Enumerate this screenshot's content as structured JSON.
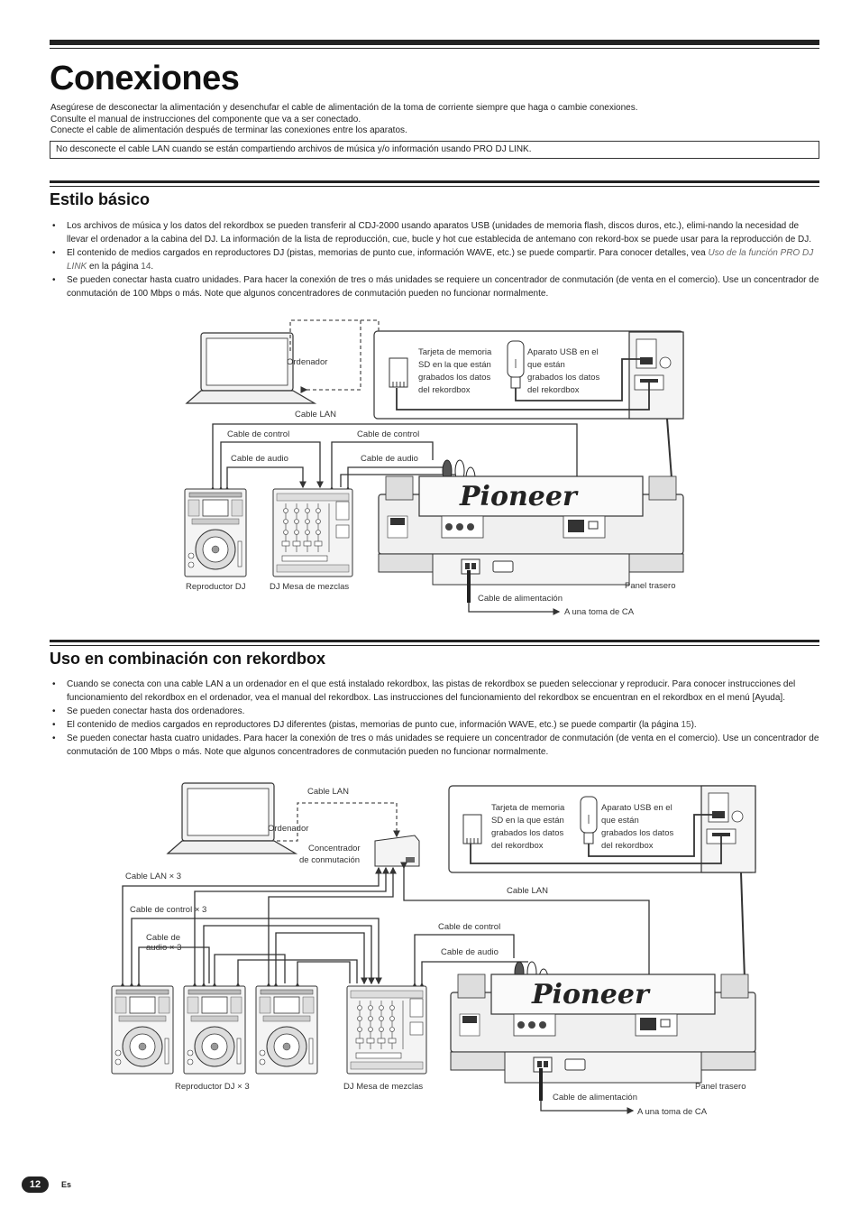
{
  "page": {
    "title": "Conexiones",
    "intro": [
      "Asegúrese de desconectar la alimentación y desenchufar el cable de alimentación de la toma de corriente siempre que haga o cambie conexiones.",
      "Consulte el manual de instrucciones del componente que va a ser conectado.",
      "Conecte el cable de alimentación después de terminar las conexiones entre los aparatos."
    ],
    "notice": "No desconecte el cable LAN cuando se están compartiendo archivos de música y/o información usando PRO DJ LINK.",
    "page_number": "12",
    "language": "Es"
  },
  "section1": {
    "title": "Estilo básico",
    "bullets": [
      {
        "text": "Los archivos de música y los datos del rekordbox se pueden transferir al CDJ-2000 usando aparatos USB (unidades de memoria flash, discos duros, etc.), elimi-nando la necesidad de llevar el ordenador a la cabina del DJ. La información de la lista de reproducción, cue, bucle y hot cue establecida de antemano con rekord-box se puede usar para la reproducción de DJ."
      },
      {
        "text_a": "El contenido de medios cargados en reproductores DJ (pistas, memorias de punto cue, información WAVE, etc.) se puede compartir. Para conocer detalles, vea ",
        "link": "Uso de la función PRO DJ LINK",
        "text_b": " en la página ",
        "page": "14",
        "text_c": "."
      },
      {
        "text": "Se pueden conectar hasta cuatro unidades. Para hacer la conexión de tres o más unidades se requiere un concentrador de conmutación (de venta en el comercio). Use un concentrador de conmutación de 100 Mbps o más. Note que algunos concentradores de conmutación pueden no funcionar normalmente."
      }
    ],
    "diagram": {
      "computer": "Ordenador",
      "sd_card": [
        "Tarjeta de memoria",
        "SD en la que están",
        "grabados los datos",
        "del rekordbox"
      ],
      "usb_device": [
        "Aparato USB en el",
        "que están",
        "grabados los datos",
        "del rekordbox"
      ],
      "lan_cable": "Cable LAN",
      "control_cable_left": "Cable de control",
      "control_cable_right": "Cable de control",
      "audio_cable_left": "Cable de audio",
      "audio_cable_right": "Cable de audio",
      "dj_player": "Reproductor DJ",
      "mixer": "DJ Mesa de mezclas",
      "rear_panel": "Panel trasero",
      "power_cable": "Cable de alimentación",
      "ac_outlet": "A una toma de CA"
    }
  },
  "section2": {
    "title": "Uso en combinación con rekordbox",
    "bullets": [
      {
        "text": "Cuando se conecta con una cable LAN a un ordenador en el que está instalado rekordbox, las pistas de rekordbox se pueden seleccionar y reproducir. Para conocer instrucciones del funcionamiento del rekordbox en el ordenador, vea el manual del rekordbox. Las instrucciones del funcionamiento del rekordbox se encuentran en el rekordbox en el menú [Ayuda]."
      },
      {
        "text": "Se pueden conectar hasta dos ordenadores."
      },
      {
        "text_a": "El contenido de medios cargados en reproductores DJ diferentes (pistas, memorias de punto cue, información WAVE, etc.) se puede compartir (la página ",
        "page": "15",
        "text_c": ")."
      },
      {
        "text": "Se pueden conectar hasta cuatro unidades. Para hacer la conexión de tres o más unidades se requiere un concentrador de conmutación (de venta en el comercio). Use un concentrador de conmutación de 100 Mbps o más. Note que algunos concentradores de conmutación pueden no funcionar normalmente."
      }
    ],
    "diagram": {
      "lan_cable_top": "Cable LAN",
      "computer": "Ordenador",
      "hub": [
        "Concentrador",
        "de conmutación"
      ],
      "sd_card": [
        "Tarjeta de memoria",
        "SD en la que están",
        "grabados los datos",
        "del rekordbox"
      ],
      "usb_device": [
        "Aparato USB en el",
        "que están",
        "grabados los datos",
        "del rekordbox"
      ],
      "lan_cable_x3": "Cable LAN × 3",
      "lan_cable_right": "Cable LAN",
      "control_cable_x3": "Cable de control × 3",
      "control_cable_right": "Cable de control",
      "audio_cable_x3": [
        "Cable de",
        "audio × 3"
      ],
      "audio_cable_right": "Cable de audio",
      "dj_player_x3": "Reproductor DJ × 3",
      "mixer": "DJ Mesa de mezclas",
      "rear_panel": "Panel trasero",
      "power_cable": "Cable de alimentación",
      "ac_outlet": "A una toma de CA"
    }
  },
  "brand": "Pioneer"
}
